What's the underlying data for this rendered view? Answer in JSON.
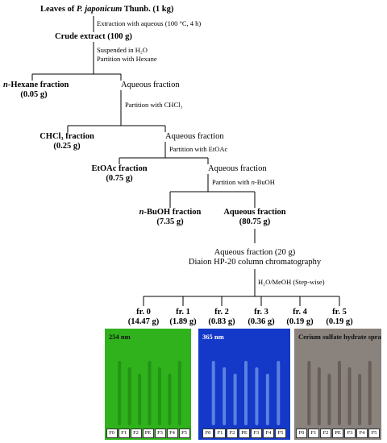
{
  "nodes": {
    "leaves": {
      "prefix": "Leaves of ",
      "species": "P. japonicum",
      "suffix": " Thunb. (1 kg)"
    },
    "crude": "Crude extract (100 g)",
    "hexane": {
      "name_italic": "n",
      "name_rest": "-Hexane fraction",
      "amount": "(0.05 g)"
    },
    "aq1": "Aqueous fraction",
    "chcl3": {
      "name": "CHCl₃ fraction",
      "amount": "(0.25 g)"
    },
    "aq2": "Aqueous fraction",
    "etoac": {
      "name": "EtOAc fraction",
      "amount": "(0.75 g)"
    },
    "aq3": "Aqueous fraction",
    "buoh": {
      "name_italic": "n",
      "name_rest": "-BuOH fraction",
      "amount": "(7.35 g)"
    },
    "aq4": {
      "name": "Aqueous fraction",
      "amount": "(80.75 g)"
    },
    "aq5": {
      "line1": "Aqueous fraction (20 g)",
      "line2": "Diaion HP-20 column chromatography"
    }
  },
  "steps": {
    "s1": "Extraction with aqueous (100 °C, 4 h)",
    "s2a": "Suspended in H₂O",
    "s2b": "Partition with Hexane",
    "s3": "Partition with CHCl₃",
    "s4": "Partition with EtOAc",
    "s5_prefix": "Partition with ",
    "s5_italic": "n",
    "s5_suffix": "-BuOH",
    "s6": "H₂O/MeOH (Step-wise)"
  },
  "fractions": [
    {
      "name": "fr. 0",
      "amount": "(14.47 g)"
    },
    {
      "name": "fr. 1",
      "amount": "(1.89 g)"
    },
    {
      "name": "fr. 2",
      "amount": "(0.83 g)"
    },
    {
      "name": "fr. 3",
      "amount": "(0.36 g)"
    },
    {
      "name": "fr. 4",
      "amount": "(0.19 g)"
    },
    {
      "name": "fr. 5",
      "amount": "(0.19 g)"
    }
  ],
  "plates": [
    {
      "title": "254 nm",
      "background": "#2fb21c",
      "title_color": "#111111"
    },
    {
      "title": "365 nm",
      "background": "#1438c8",
      "title_color": "#ffffff"
    },
    {
      "title": "Cerium sulfate hydrate spray",
      "background": "#8a827c",
      "title_color": "#111111"
    }
  ],
  "lanes": [
    "F0",
    "F1",
    "F2",
    "PE",
    "F3",
    "F4",
    "F5"
  ]
}
